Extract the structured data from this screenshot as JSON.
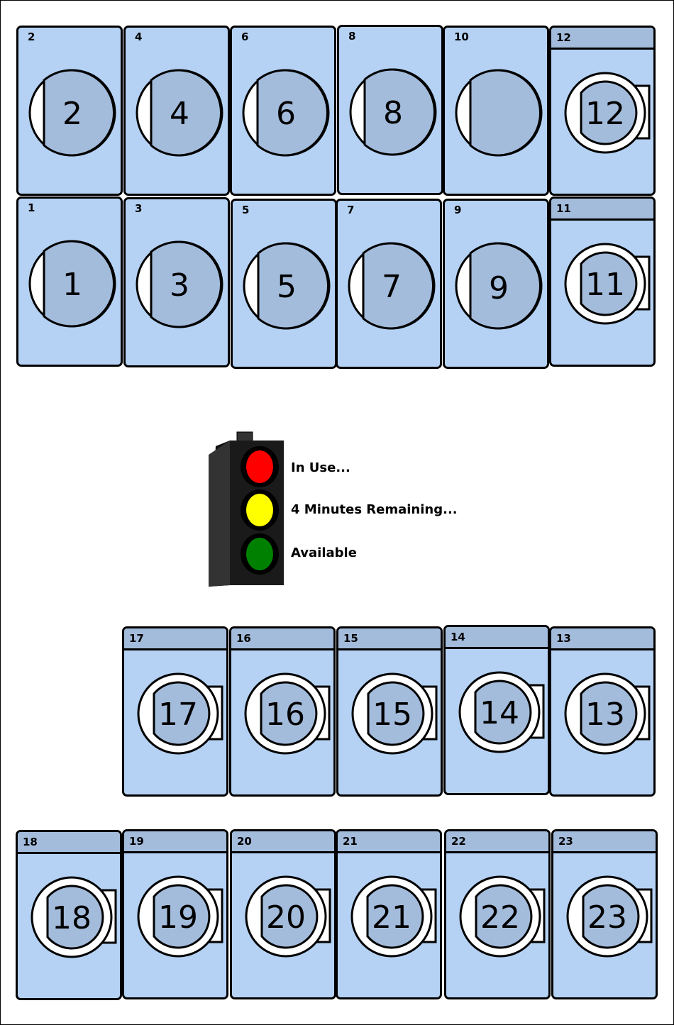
{
  "machines": {
    "m2": {
      "label": "2",
      "number": "2"
    },
    "m4": {
      "label": "4",
      "number": "4"
    },
    "m6": {
      "label": "6",
      "number": "6"
    },
    "m8": {
      "label": "8",
      "number": "8"
    },
    "m10": {
      "label": "10",
      "number": ""
    },
    "m12": {
      "label": "12",
      "number": "12"
    },
    "m1": {
      "label": "1",
      "number": "1"
    },
    "m3": {
      "label": "3",
      "number": "3"
    },
    "m5": {
      "label": "5",
      "number": "5"
    },
    "m7": {
      "label": "7",
      "number": "7"
    },
    "m9": {
      "label": "9",
      "number": "9"
    },
    "m11": {
      "label": "11",
      "number": "11"
    },
    "m17": {
      "label": "17",
      "number": "17"
    },
    "m16": {
      "label": "16",
      "number": "16"
    },
    "m15": {
      "label": "15",
      "number": "15"
    },
    "m14": {
      "label": "14",
      "number": "14"
    },
    "m13": {
      "label": "13",
      "number": "13"
    },
    "m18": {
      "label": "18",
      "number": "18"
    },
    "m19": {
      "label": "19",
      "number": "19"
    },
    "m20": {
      "label": "20",
      "number": "20"
    },
    "m21": {
      "label": "21",
      "number": "21"
    },
    "m22": {
      "label": "22",
      "number": "22"
    },
    "m23": {
      "label": "23",
      "number": "23"
    }
  },
  "legend": {
    "in_use": "In Use...",
    "remaining": "4 Minutes Remaining...",
    "available": "Available"
  },
  "colors": {
    "machine_body": "#b5d2f4",
    "door_glass": "#a4bcdc",
    "light_red": "#ff0000",
    "light_yellow": "#ffff00",
    "light_green": "#008000"
  }
}
